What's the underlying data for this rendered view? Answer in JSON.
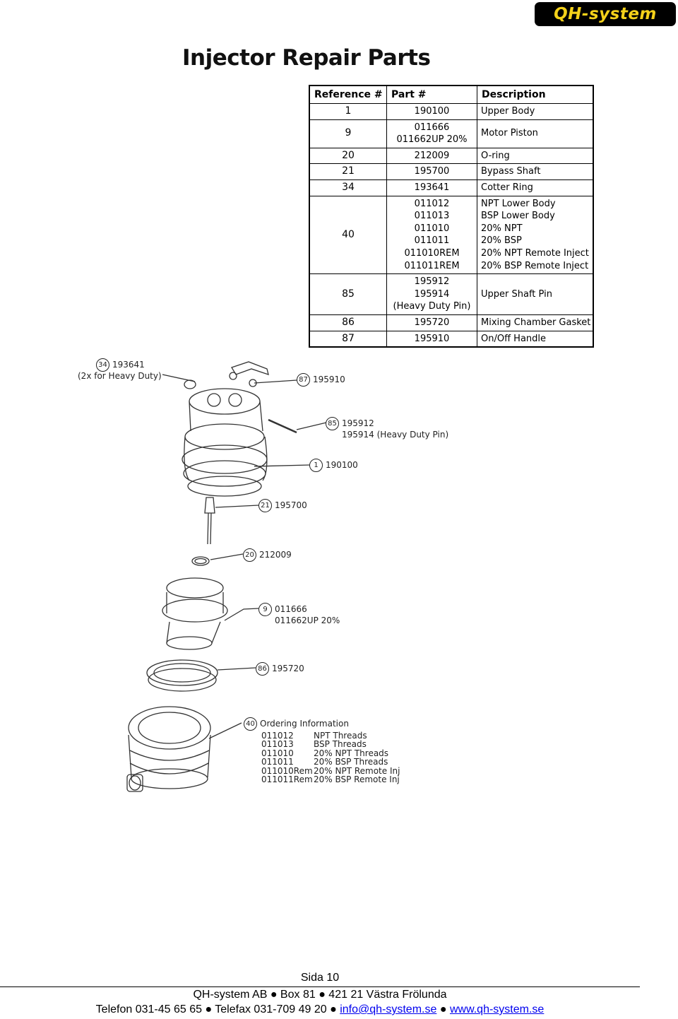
{
  "logo": {
    "text": "QH-system"
  },
  "title": "Injector Repair Parts",
  "table": {
    "headers": [
      "Reference #",
      "Part #",
      "Description"
    ],
    "rows": [
      {
        "ref": "1",
        "parts": [
          "190100"
        ],
        "desc": [
          "Upper Body"
        ]
      },
      {
        "ref": "9",
        "parts": [
          "011666",
          "011662UP 20%"
        ],
        "desc": [
          "Motor Piston"
        ]
      },
      {
        "ref": "20",
        "parts": [
          "212009"
        ],
        "desc": [
          "O-ring"
        ]
      },
      {
        "ref": "21",
        "parts": [
          "195700"
        ],
        "desc": [
          "Bypass Shaft"
        ]
      },
      {
        "ref": "34",
        "parts": [
          "193641"
        ],
        "desc": [
          "Cotter Ring"
        ]
      },
      {
        "ref": "40",
        "parts": [
          "011012",
          "011013",
          "011010",
          "011011",
          "011010REM",
          "011011REM"
        ],
        "desc": [
          "NPT Lower Body",
          "BSP Lower Body",
          "20% NPT",
          "20% BSP",
          "20% NPT Remote Inject",
          "20% BSP Remote Inject"
        ]
      },
      {
        "ref": "85",
        "parts": [
          "195912",
          "195914",
          "(Heavy Duty Pin)"
        ],
        "desc": [
          "Upper Shaft Pin"
        ]
      },
      {
        "ref": "86",
        "parts": [
          "195720"
        ],
        "desc": [
          "Mixing Chamber Gasket"
        ]
      },
      {
        "ref": "87",
        "parts": [
          "195910"
        ],
        "desc": [
          "On/Off Handle"
        ]
      }
    ]
  },
  "callouts": {
    "c34": {
      "num": "34",
      "line1": "193641",
      "line2": "(2x for Heavy Duty)"
    },
    "c87": {
      "num": "87",
      "line1": "195910"
    },
    "c85": {
      "num": "85",
      "line1": "195912",
      "line2": "195914 (Heavy Duty Pin)"
    },
    "c1": {
      "num": "1",
      "line1": "190100"
    },
    "c21": {
      "num": "21",
      "line1": "195700"
    },
    "c20": {
      "num": "20",
      "line1": "212009"
    },
    "c9": {
      "num": "9",
      "line1": "011666",
      "line2": "011662UP 20%"
    },
    "c86": {
      "num": "86",
      "line1": "195720"
    },
    "c40": {
      "num": "40"
    }
  },
  "ordering": {
    "heading": "Ordering Information",
    "rows": [
      {
        "code": "011012",
        "desc": "NPT Threads"
      },
      {
        "code": "011013",
        "desc": "BSP Threads"
      },
      {
        "code": "011010",
        "desc": "20% NPT Threads"
      },
      {
        "code": "011011",
        "desc": "20% BSP Threads"
      },
      {
        "code": "011010Rem",
        "desc": "20% NPT Remote Inj"
      },
      {
        "code": "011011Rem",
        "desc": "20% BSP Remote Inj"
      }
    ]
  },
  "footer": {
    "page": "Sida 10",
    "line1": "QH-system AB ● Box 81 ● 421 21 Västra Frölunda",
    "phone": "Telefon 031-45 65 65 ● Telefax 031-709 49 20 ●",
    "sep": "●",
    "email": "info@qh-system.se",
    "web": "www.qh-system.se"
  }
}
